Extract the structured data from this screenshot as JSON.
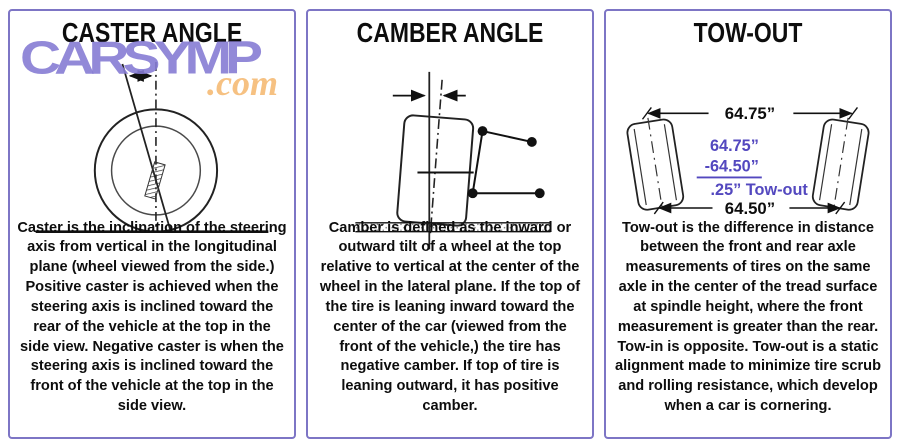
{
  "logo": {
    "name": "CARSYMP",
    "tld": ".com"
  },
  "colors": {
    "panel_border": "#7d75c5",
    "logo_purple": "#867cd4",
    "logo_orange": "#f6c182",
    "accent_purple": "#5348bf",
    "ink": "#111111"
  },
  "panels": [
    {
      "id": "caster-angle",
      "title": "CASTER ANGLE",
      "description": "Caster is the inclination of the steering axis from vertical in the longitudinal plane (wheel viewed from the side.) Positive caster is achieved when the steering axis is inclined toward the rear of the vehicle at the top in the side view. Negative caster is when the steering axis is inclined toward the front of the vehicle at the top in the side view."
    },
    {
      "id": "camber-angle",
      "title": "CAMBER ANGLE",
      "description": "Camber is defined as the inward or outward tilt of a wheel at the top relative to vertical at the center of the wheel in the lateral plane. If the top of the tire is leaning inward toward the center of the car (viewed from the front of the vehicle,) the tire has negative camber. If top of tire is leaning outward, it has positive camber."
    },
    {
      "id": "tow-out",
      "title": "TOW-OUT",
      "description": "Tow-out is the difference in distance between the front and rear axle measurements of tires on the same axle in the center of the tread surface at spindle height, where the front measurement is greater than the rear. Tow-in is opposite. Tow-out is a static alignment made to minimize tire scrub and rolling resistance, which develop when a car is cornering.",
      "measurements": {
        "front_track": "64.75”",
        "rear_track": "64.50”",
        "calc_line1": "64.75”",
        "calc_line2": "-64.50”",
        "calc_result": ".25” Tow-out"
      }
    }
  ]
}
